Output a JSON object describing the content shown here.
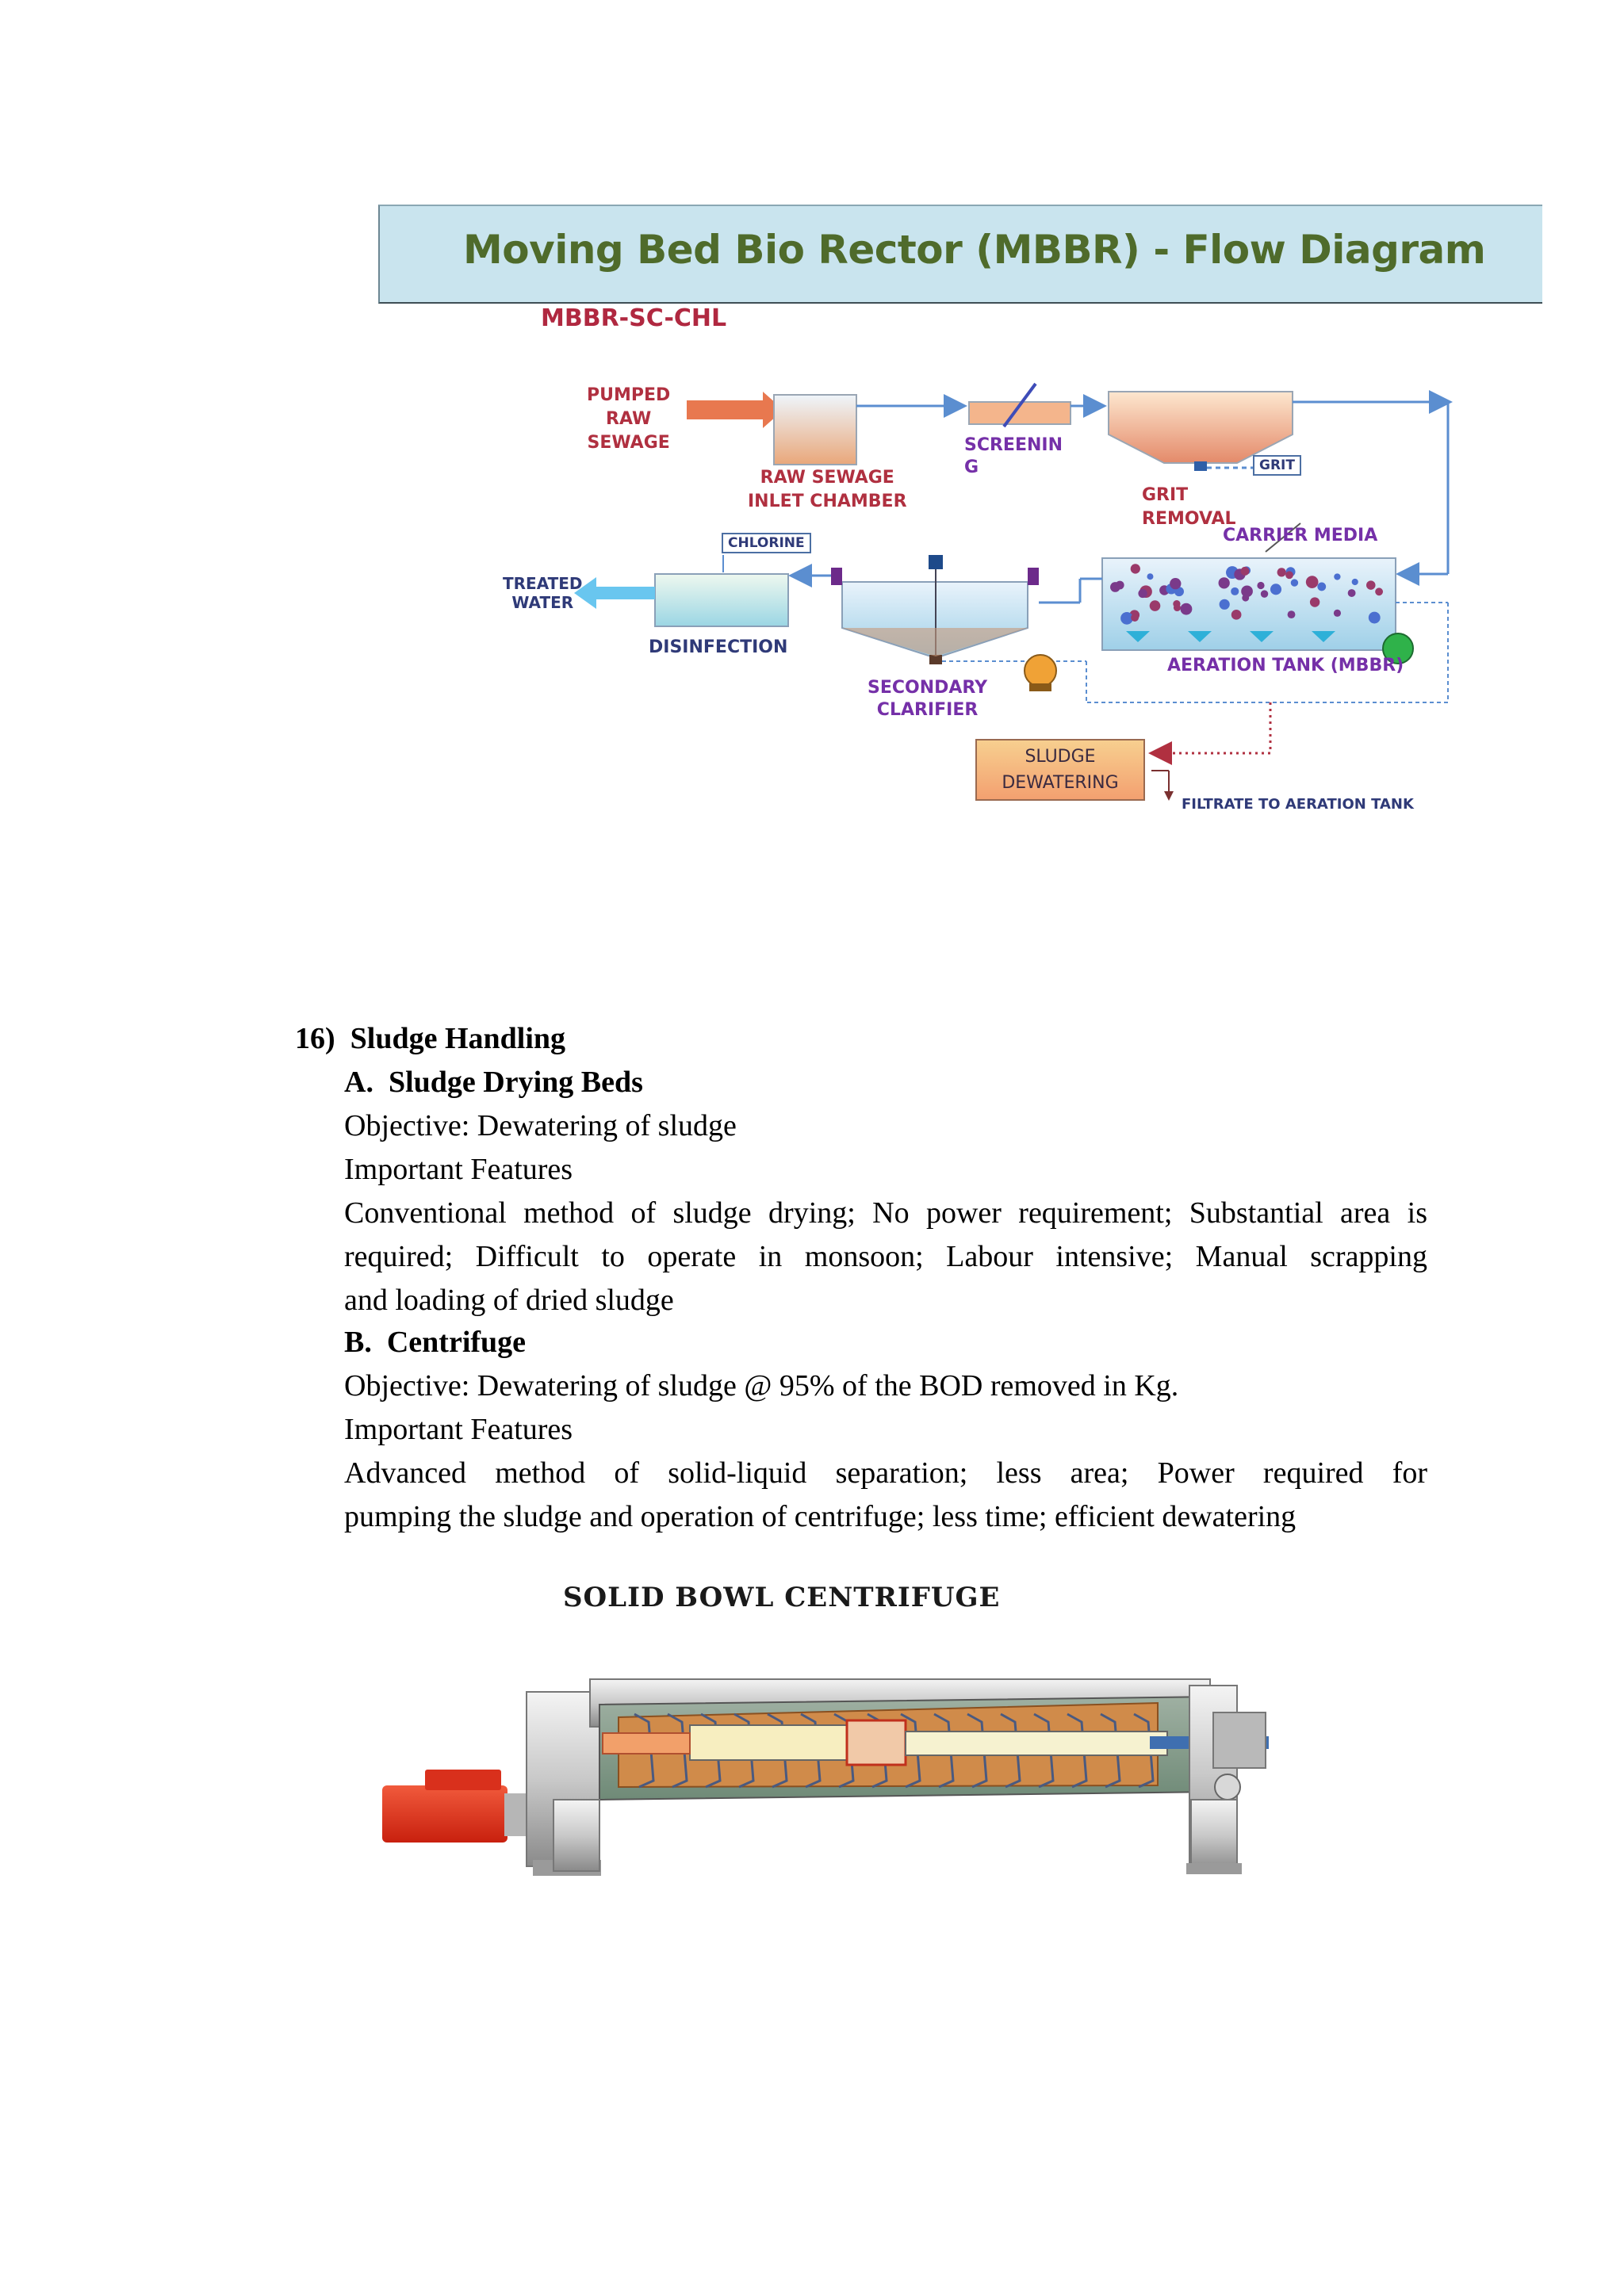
{
  "mbbr_diagram": {
    "banner_title": "Moving Bed Bio Rector (MBBR) - Flow Diagram",
    "subtitle": "MBBR-SC-CHL",
    "labels": {
      "pumped_raw_sewage": [
        "PUMPED",
        "RAW",
        "SEWAGE"
      ],
      "raw_sewage_inlet": [
        "RAW SEWAGE",
        "INLET CHAMBER"
      ],
      "screening": [
        "SCREENIN",
        "G"
      ],
      "grit": "GRIT",
      "grit_removal": [
        "GRIT",
        "REMOVAL"
      ],
      "carrier_media": "CARRIER MEDIA",
      "chlorine": "CHLORINE",
      "treated_water": [
        "TREATED",
        "WATER"
      ],
      "disinfection": "DISINFECTION",
      "secondary_clarifier": [
        "SECONDARY",
        "CLARIFIER"
      ],
      "aeration_tank": "AERATION TANK (MBBR)",
      "sludge_dewatering": [
        "SLUDGE",
        "DEWATERING"
      ],
      "filtrate": "FILTRATE TO AERATION TANK"
    }
  },
  "section": {
    "heading_number": "16)",
    "heading": "Sludge Handling",
    "a": {
      "label": "A.",
      "title": "Sludge Drying Beds",
      "objective": "Objective: Dewatering of sludge",
      "features_title": "Important Features",
      "features_lines": [
        "Conventional method of sludge drying; No power requirement; Substantial area is",
        "required; Difficult to operate in monsoon; Labour intensive; Manual scrapping",
        "and loading of dried sludge"
      ]
    },
    "b": {
      "label": "B.",
      "title": "Centrifuge",
      "objective": "Objective: Dewatering of sludge @ 95% of the BOD removed in Kg.",
      "features_title": "Important Features",
      "features_lines": [
        "Advanced method of solid-liquid separation; less area; Power required for",
        "pumping the sludge and operation of centrifuge; less time; efficient dewatering"
      ]
    }
  },
  "centrifuge_diagram": {
    "title": "SOLID BOWL CENTRIFUGE"
  },
  "colors": {
    "banner_bg": "#c9e4ee",
    "banner_text": "#4f6b2b",
    "label_red": "#b03040",
    "label_purple": "#7530a8",
    "flow_line": "#5b8ed0",
    "motor_red": "#e0301e"
  }
}
